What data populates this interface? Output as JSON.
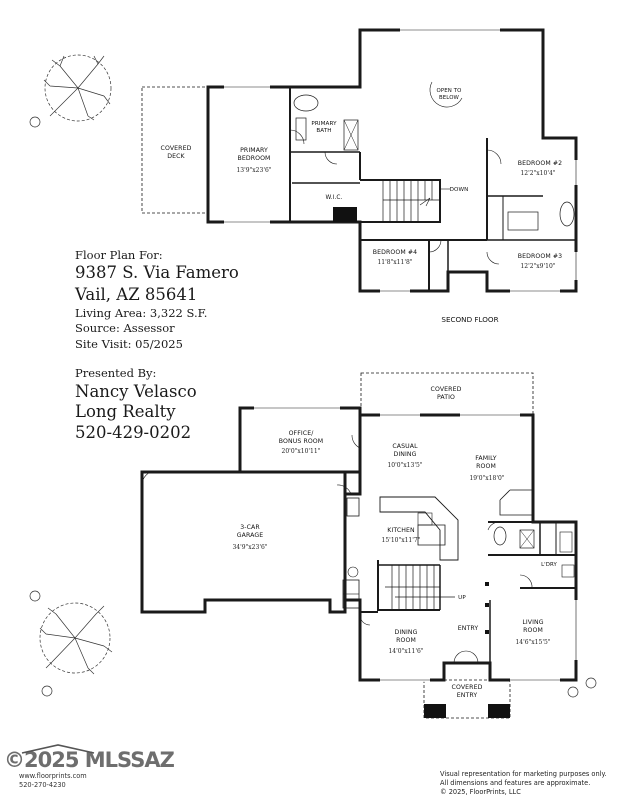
{
  "info": {
    "heading": "Floor Plan For:",
    "address_line1": "9387 S. Via Famero",
    "address_line2": "Vail, AZ  85641",
    "living_area": "Living Area:  3,322 S.F.",
    "source": "Source:  Assessor",
    "site_visit": "Site Visit:  05/2025",
    "presented_by": "Presented By:",
    "agent_name": "Nancy Velasco",
    "brokerage": "Long Realty",
    "phone": "520-429-0202"
  },
  "second_floor": {
    "title": "SECOND FLOOR",
    "open_to_below": [
      "OPEN TO",
      "BELOW"
    ],
    "down_label": "DOWN",
    "rooms": {
      "covered_deck": [
        "COVERED",
        "DECK"
      ],
      "primary_bedroom": [
        "PRIMARY",
        "BEDROOM"
      ],
      "primary_bedroom_dim": "13'9\"x23'6\"",
      "primary_bath": [
        "PRIMARY",
        "BATH"
      ],
      "wic": "W.I.C.",
      "bedroom2": "BEDROOM #2",
      "bedroom2_dim": "12'2\"x10'4\"",
      "bedroom3": "BEDROOM #3",
      "bedroom3_dim": "12'2\"x9'10\"",
      "bedroom4": "BEDROOM #4",
      "bedroom4_dim": "11'8\"x11'8\""
    }
  },
  "first_floor": {
    "up_label": "UP",
    "rooms": {
      "covered_patio": [
        "COVERED",
        "PATIO"
      ],
      "office": [
        "OFFICE/",
        "BONUS ROOM"
      ],
      "office_dim": "20'0\"x10'11\"",
      "casual_dining": [
        "CASUAL",
        "DINING"
      ],
      "casual_dining_dim": "10'0\"x13'5\"",
      "family_room": [
        "FAMILY",
        "ROOM"
      ],
      "family_room_dim": "19'0\"x18'0\"",
      "garage": [
        "3-CAR",
        "GARAGE"
      ],
      "garage_dim": "34'9\"x23'6\"",
      "kitchen": "KITCHEN",
      "kitchen_dim": "15'10\"x11'7\"",
      "laundry": "L'DRY",
      "dining_room": [
        "DINING",
        "ROOM"
      ],
      "dining_room_dim": "14'0\"x11'6\"",
      "entry": "ENTRY",
      "living_room": [
        "LIVING",
        "ROOM"
      ],
      "living_room_dim": "14'6\"x15'5\"",
      "covered_entry": [
        "COVERED",
        "ENTRY"
      ]
    }
  },
  "footer": {
    "logo": "©2025 MLSSAZ",
    "website": "www.floorprints.com",
    "phone": "520-270-4230",
    "disclaimer_line1": "Visual representation for marketing purposes only.",
    "disclaimer_line2": "All dimensions and features are approximate.",
    "copyright": "© 2025, FloorPrints, LLC"
  },
  "colors": {
    "wall": "#1a1a1a",
    "door_fill": "#111111"
  }
}
